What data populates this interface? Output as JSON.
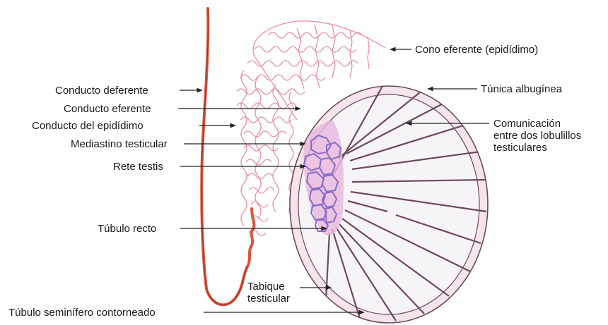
{
  "labels": {
    "cono_eferente": "Cono eferente (epidídimo)",
    "conducto_deferente": "Conducto deferente",
    "tunica_albuginea": "Túnica albugínea",
    "conducto_eferente": "Conducto eferente",
    "comunicacion_1": "Comunicación",
    "comunicacion_2": "entre dos lobulillos",
    "comunicacion_3": "testiculares",
    "conducto_epididimo": "Conducto del epidídimo",
    "mediastino": "Mediastino testicular",
    "rete_testis": "Rete testis",
    "tubulo_recto": "Túbulo recto",
    "tabique_1": "Tabique",
    "tabique_2": "testicular",
    "tubulo_seminifero": "Túbulo seminífero contorneado"
  },
  "colors": {
    "vas_deferens": "#d9553f",
    "epididymis": "#e58ea8",
    "tunica_fill": "#f5e4ec",
    "lobule_fill": "#f7f4f8",
    "septa": "#6b4a5a",
    "rete": "#8a6cc8",
    "leader": "#222222"
  }
}
